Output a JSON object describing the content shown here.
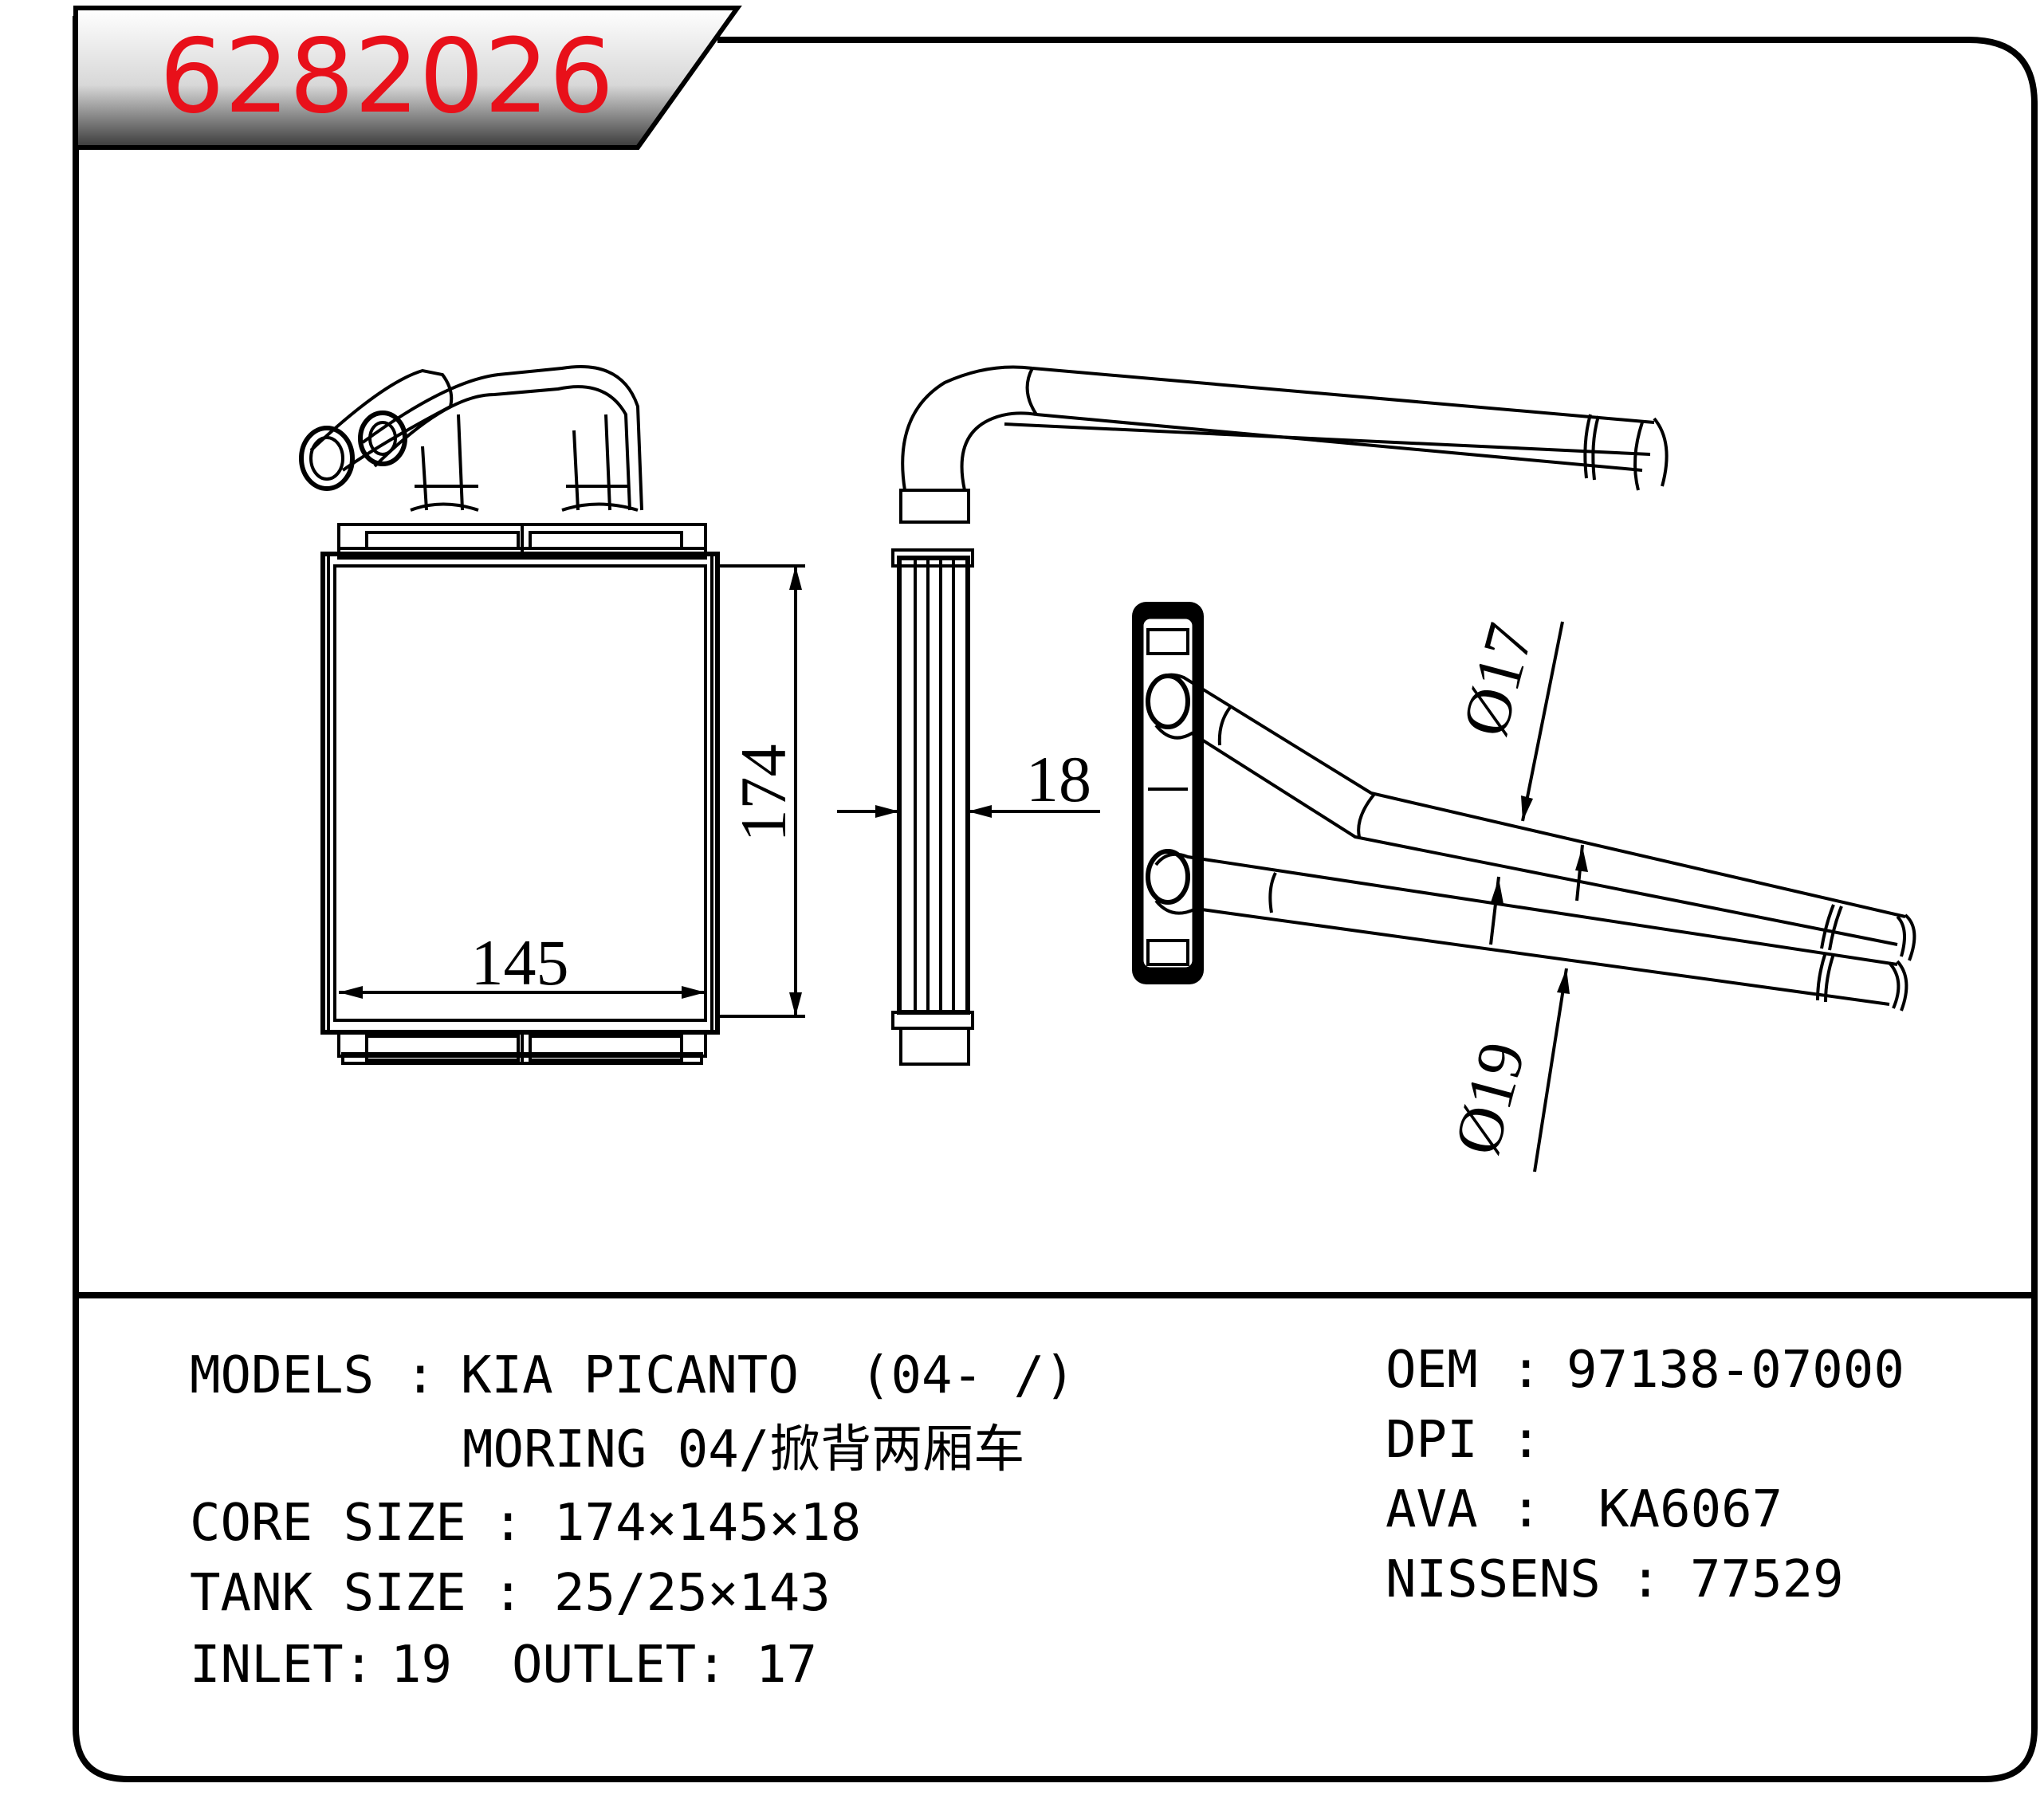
{
  "part_number": "6282026",
  "colors": {
    "part_number": "#e8101a",
    "tab_fill_light": "#ffffff",
    "tab_fill_dark": "#3a3a3a",
    "line": "#000000"
  },
  "dimensions": {
    "height": "174",
    "width": "145",
    "thickness": "18",
    "outlet_dia": "Ø17",
    "inlet_dia": "Ø19"
  },
  "specs": {
    "models_label": "MODELS",
    "models_value": "KIA PICANTO  (04- /)",
    "models_value2": "MORING 04/掀背两厢车",
    "core_label": "CORE SIZE",
    "core_value": "174×145×18",
    "tank_label": "TANK SIZE",
    "tank_value": "25/25×143",
    "inlet_label": "INLET:",
    "inlet_value": "19",
    "outlet_label": "OUTLET:",
    "outlet_value": "17",
    "oem_label": "OEM",
    "oem_value": "97138-07000",
    "dpi_label": "DPI",
    "dpi_value": "",
    "ava_label": "AVA",
    "ava_value": "KA6067",
    "nissens_label": "NISSENS",
    "nissens_value": "77529",
    "separator": ":"
  }
}
